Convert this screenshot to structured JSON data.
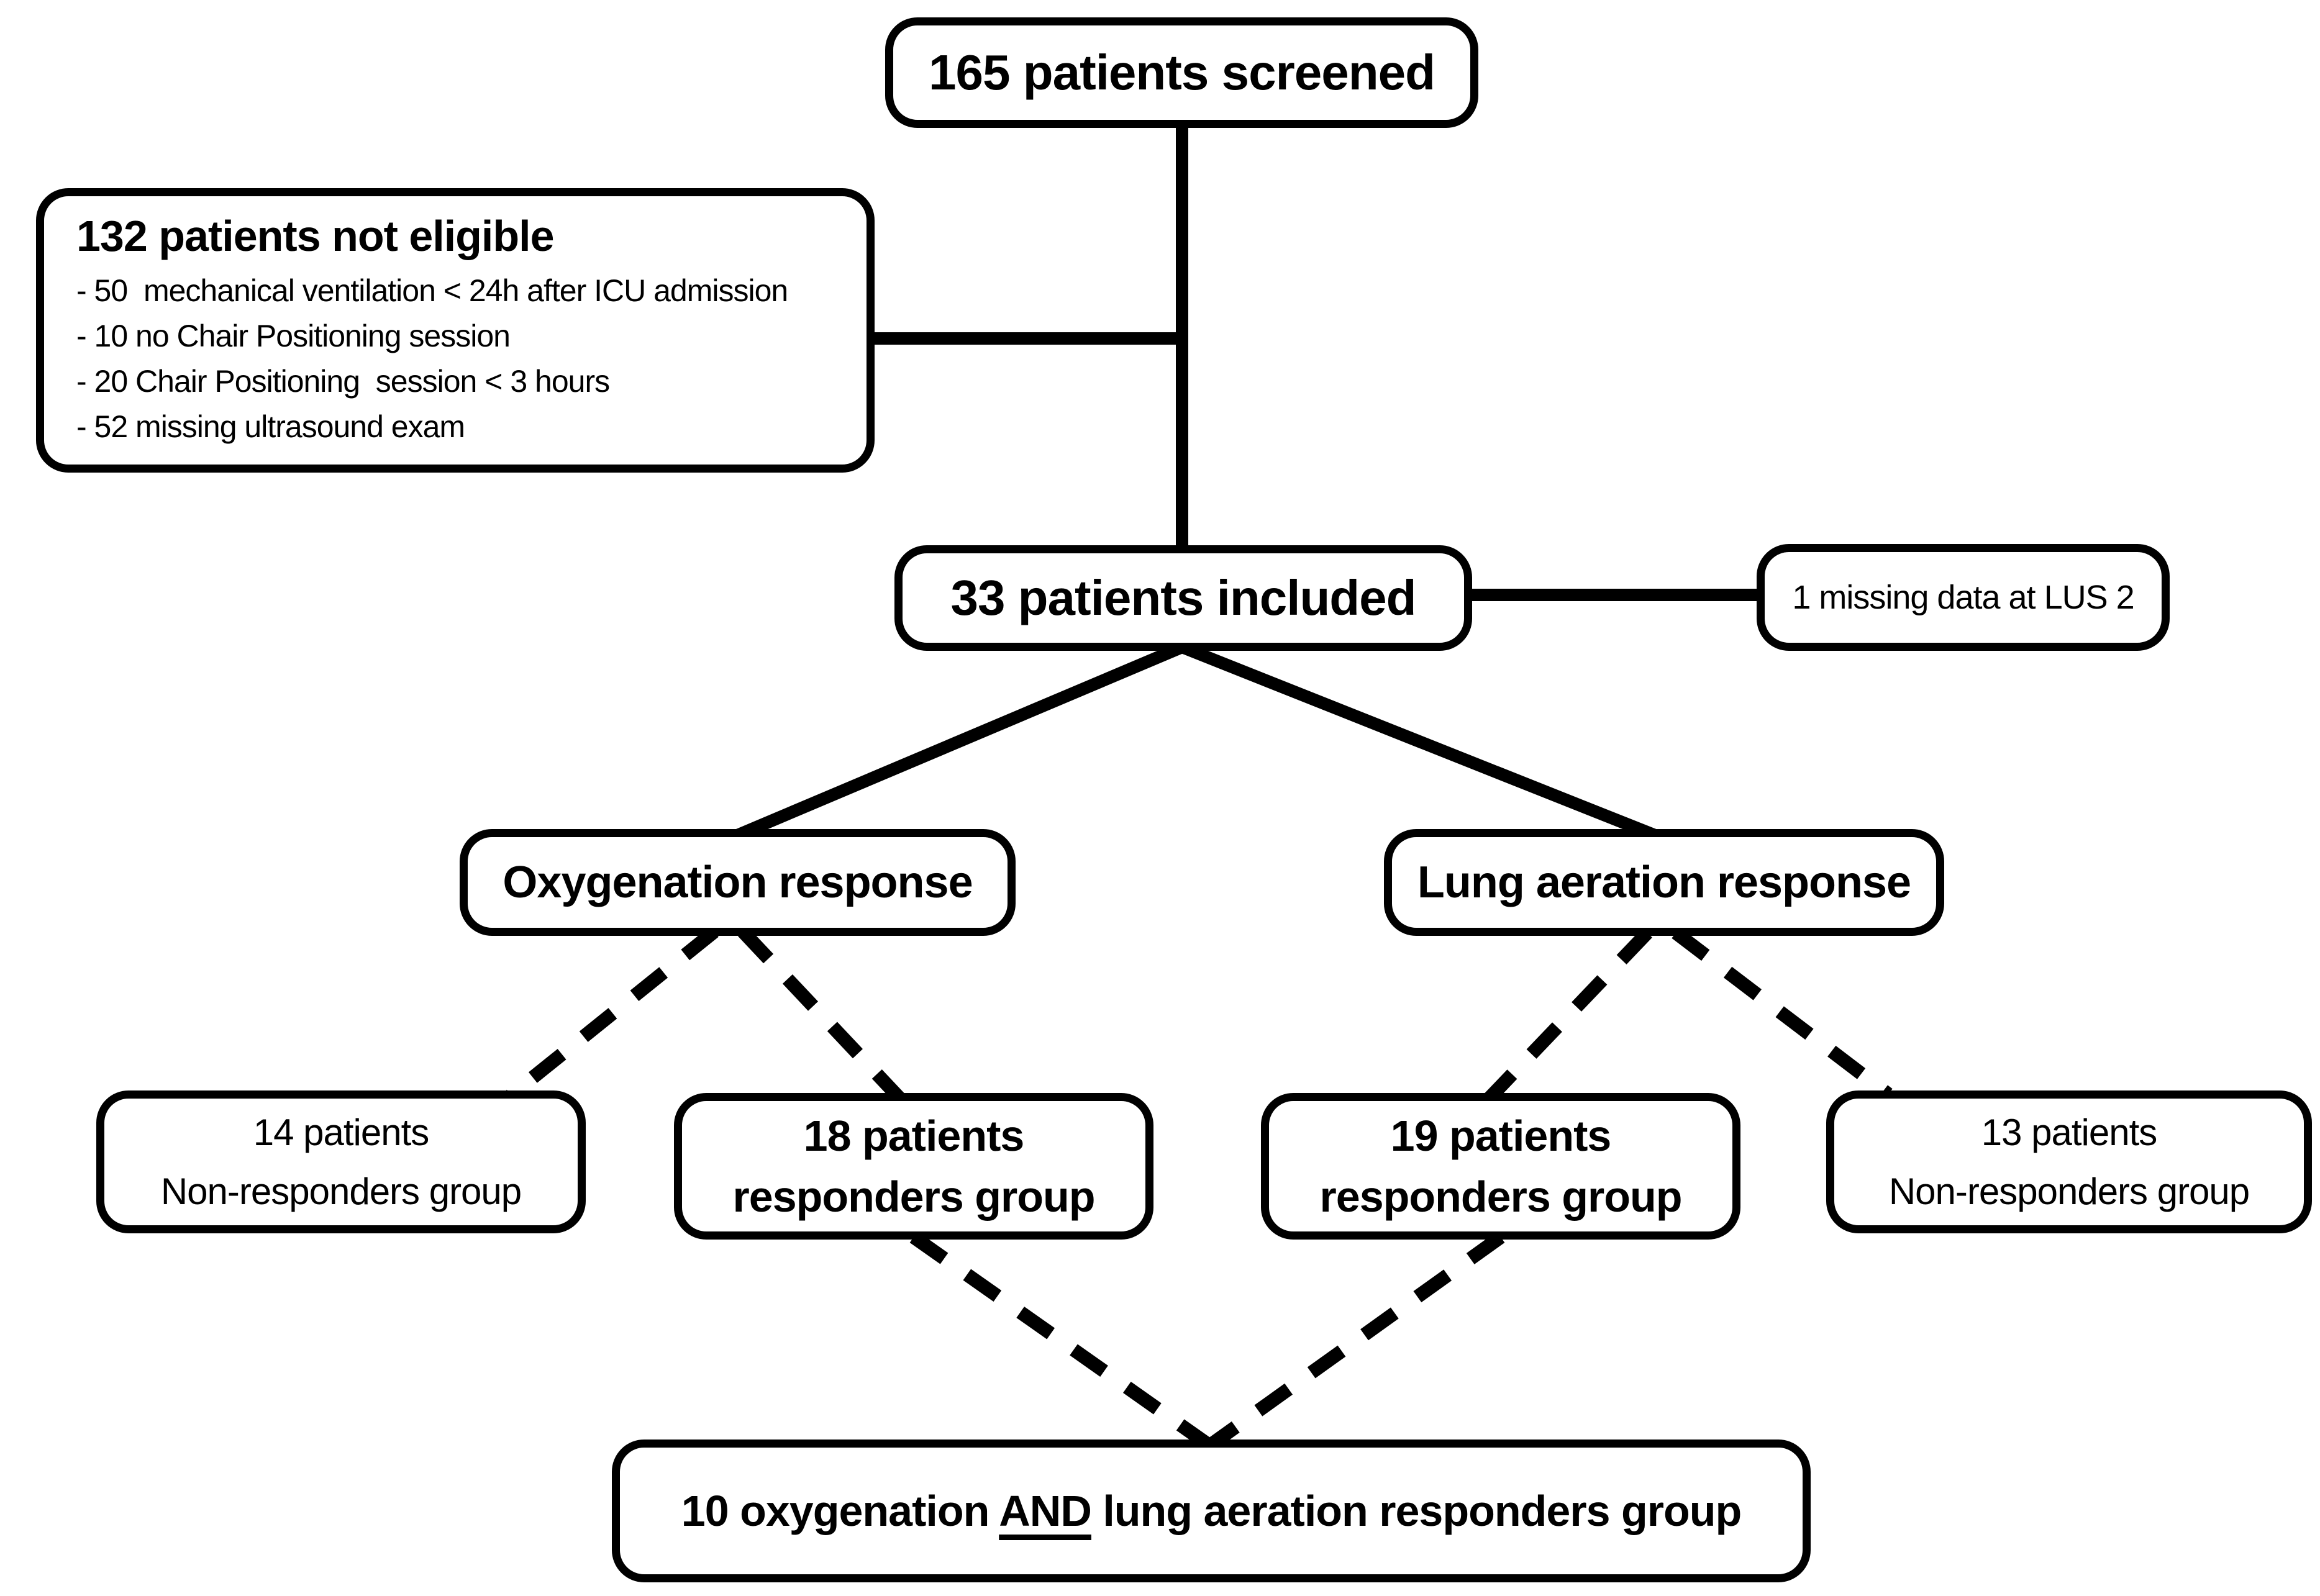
{
  "nodes": {
    "screened": {
      "label": "165 patients screened"
    },
    "not_eligible": {
      "title": "132 patients not eligible",
      "items": [
        "- 50  mechanical ventilation < 24h after ICU admission",
        "- 10 no Chair Positioning session",
        "- 20 Chair Positioning  session < 3 hours",
        "- 52 missing ultrasound exam"
      ]
    },
    "included": {
      "label": "33 patients included"
    },
    "missing_lus2": {
      "label": "1 missing data at LUS 2"
    },
    "oxygenation": {
      "label": "Oxygenation response"
    },
    "lung_aeration": {
      "label": "Lung aeration response"
    },
    "oxy_nonresponders": {
      "line1": "14 patients",
      "line2": "Non-responders group"
    },
    "oxy_responders": {
      "line1": "18 patients",
      "line2": "responders group"
    },
    "lung_responders": {
      "line1": "19 patients",
      "line2": "responders group"
    },
    "lung_nonresponders": {
      "line1": "13 patients",
      "line2": "Non-responders group"
    },
    "combined": {
      "prefix": "10 oxygenation ",
      "and_word": "AND",
      "suffix": " lung aeration responders group"
    }
  },
  "colors": {
    "ink": "#000000",
    "paper": "#ffffff"
  }
}
